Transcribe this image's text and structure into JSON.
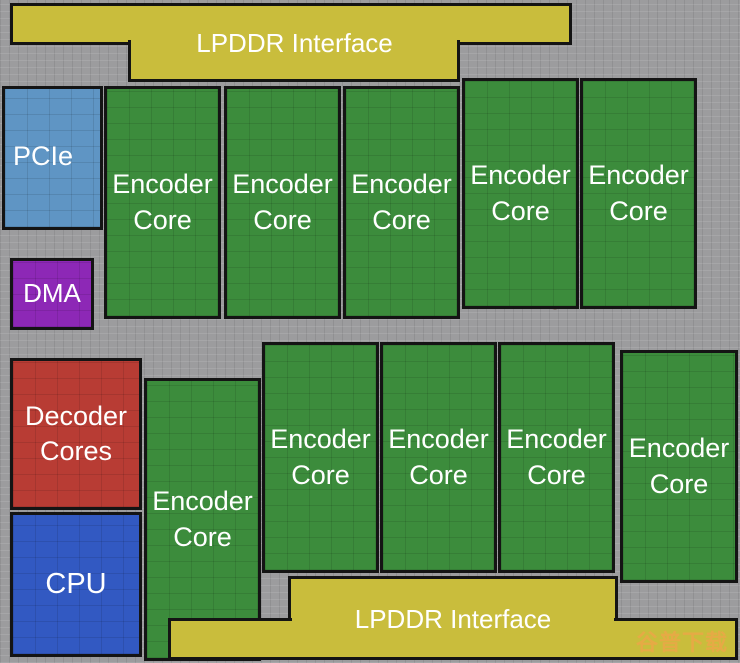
{
  "blocks": {
    "lpddr_top": "LPDDR Interface",
    "lpddr_bottom": "LPDDR Interface",
    "pcie": "PCIe",
    "dma": "DMA",
    "decoder": "Decoder\nCores",
    "cpu": "CPU",
    "encoder": [
      "Encoder\nCore",
      "Encoder\nCore",
      "Encoder\nCore",
      "Encoder\nCore",
      "Encoder\nCore",
      "Encoder\nCore",
      "Encoder\nCore",
      "Encoder\nCore",
      "Encoder\nCore",
      "Encoder\nCore"
    ]
  },
  "watermark": "谷普下载",
  "colors": {
    "encoder": "#3c8c3c",
    "lpddr": "#c9bd3c",
    "pcie": "#5f95c4",
    "dma": "#8d28b6",
    "decoder": "#b83c34",
    "cpu": "#3259c2"
  }
}
